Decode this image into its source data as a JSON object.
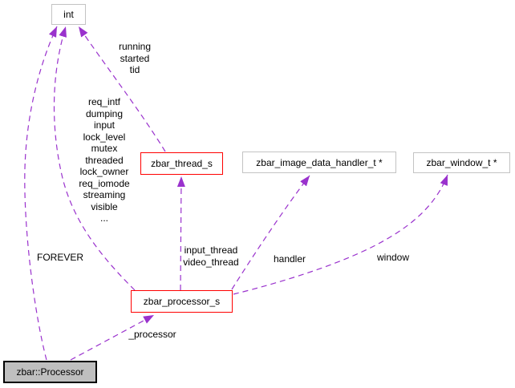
{
  "colors": {
    "edge": "#9a32cd",
    "truncated_border": "#ff0000",
    "plain_border": "#c3c3c3",
    "current_fill": "#bfbfbf"
  },
  "nodes": {
    "int": {
      "label": "int"
    },
    "thread": {
      "label": "zbar_thread_s"
    },
    "image_handler": {
      "label": "zbar_image_data_handler_t *"
    },
    "window": {
      "label": "zbar_window_t *"
    },
    "processor_struct": {
      "label": "zbar_processor_s"
    },
    "processor_class": {
      "label": "zbar::Processor"
    }
  },
  "edge_labels": {
    "thread_to_int": "running\nstarted\ntid",
    "struct_to_int_fields": "req_intf\ndumping\ninput\nlock_level\nmutex\nthreaded\nlock_owner\nreq_iomode\nstreaming\nvisible\n...",
    "forever": "FOREVER",
    "threads": "input_thread\nvideo_thread",
    "handler": "handler",
    "window": "window",
    "processor_member": "_processor"
  }
}
